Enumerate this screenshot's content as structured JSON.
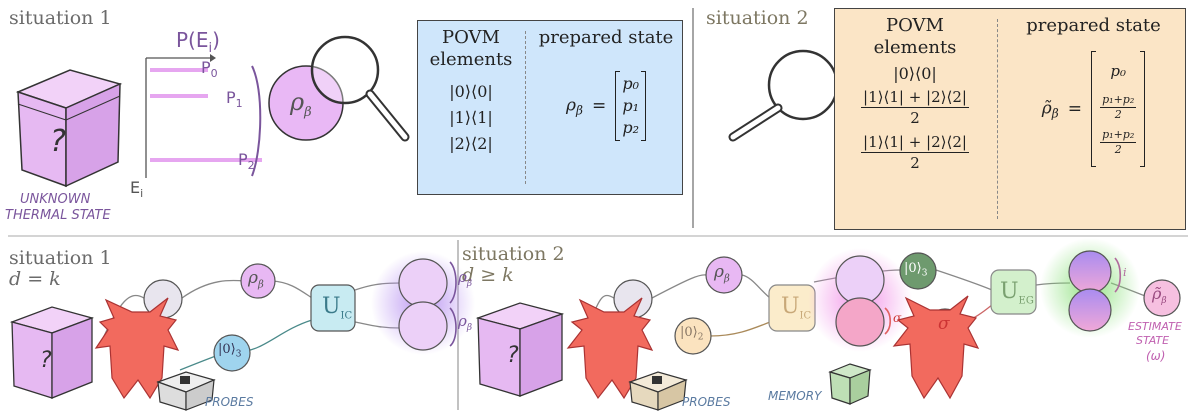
{
  "top": {
    "left_label": "situation 1",
    "right_label": "situation 2",
    "prob_label": "P(E",
    "prob_sub": "i",
    "prob_close": ")",
    "energy_label": "E",
    "energy_sub": "i",
    "levels": [
      {
        "sym": "P",
        "sub": "0"
      },
      {
        "sym": "P",
        "sub": "1"
      },
      {
        "sym": "P",
        "sub": "2"
      }
    ],
    "box_caption_1": "UNKNOWN",
    "box_caption_2": "THERMAL STATE",
    "box_mark": "?",
    "rho": "ρ",
    "rho_sub": "β",
    "table1": {
      "header_left_1": "POVM",
      "header_left_2": "elements",
      "header_right": "prepared state",
      "elements": [
        "|0⟩⟨0|",
        "|1⟩⟨1|",
        "|2⟩⟨2|"
      ],
      "lhs": "ρ",
      "lhs_sub": "β",
      "eq": "=",
      "vector": [
        "p₀",
        "p₁",
        "p₂"
      ]
    },
    "table2": {
      "header_left_1": "POVM",
      "header_left_2": "elements",
      "header_right": "prepared state",
      "e0": "|0⟩⟨0|",
      "frac_num": "|1⟩⟨1| + |2⟩⟨2|",
      "frac_den": "2",
      "lhs": "ρ̃",
      "lhs_sub": "β",
      "eq": "=",
      "v0": "p₀",
      "v_num": "p₁+p₂",
      "v_den": "2"
    }
  },
  "bottom": {
    "left_label": "situation 1",
    "left_cond": "d = k",
    "right_label": "situation 2",
    "right_cond": "d ≥ k",
    "probe_state_1": "|0⟩",
    "probe_state_1_sub": "3",
    "probe_state_2": "|0⟩",
    "probe_state_2_sub": "2",
    "probe_state_3": "|0⟩",
    "probe_state_3_sub": "3",
    "unitary_1": "U",
    "unitary_1_sub": "IC",
    "unitary_2": "U",
    "unitary_2_sub": "IC",
    "unitary_3": "U",
    "unitary_3_sub": "EG",
    "rho_mark": "ρ",
    "rho_mark_sub": "β",
    "sigma": "σ",
    "probes_label": "PROBES",
    "memory_label": "MEMORY",
    "estimate_1": "ESTIMATE",
    "estimate_2": "STATE",
    "estimate_3": "(ω)",
    "rho_tilde": "ρ̃",
    "rho_tilde_sub": "β",
    "brace_label_i": "i",
    "box_mark": "?"
  },
  "colors": {
    "box_purple": "#e6b9f2",
    "table_blue": "#cfe6fb",
    "table_tan": "#fbe5c6",
    "devil_red": "#f26a5e",
    "unitary_teal": "#c8ebf2",
    "unitary_tan": "#fbeccb",
    "unitary_green": "#d3f0cc",
    "pink_state": "#f6b9cf",
    "glow_purple": "#b48cf0",
    "glow_green": "#8ae07a",
    "glow_pink": "#f08ce6"
  }
}
